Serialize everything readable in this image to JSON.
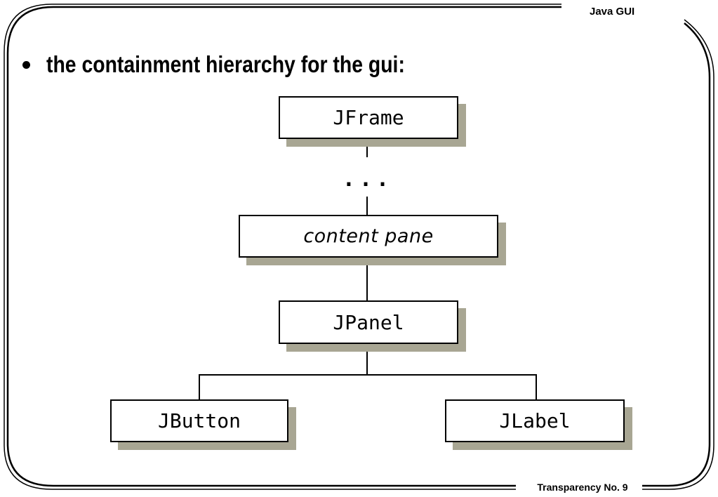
{
  "header": {
    "title": "Java GUI"
  },
  "footer": {
    "label": "Transparency No. 9"
  },
  "bullet": {
    "text": "the containment hierarchy for the gui:"
  },
  "diagram": {
    "nodes": {
      "jframe": "JFrame",
      "ellipsis": "...",
      "content_pane": "content pane",
      "jpanel": "JPanel",
      "jbutton": "JButton",
      "jlabel": "JLabel"
    }
  },
  "colors": {
    "shadow": "#a8a693",
    "border": "#000000",
    "background": "#ffffff"
  }
}
